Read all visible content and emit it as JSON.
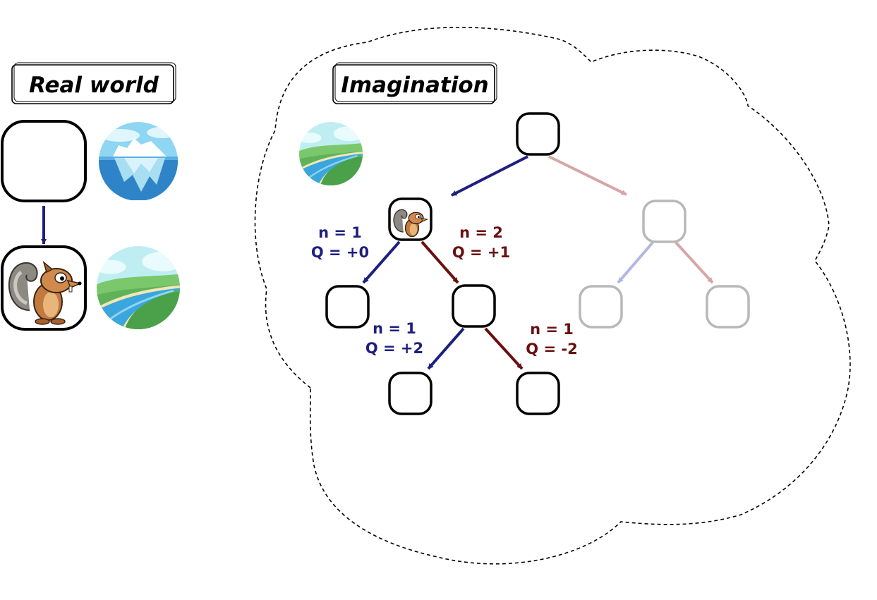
{
  "colors": {
    "blue": "#1f1f7f",
    "red": "#6a0f0f",
    "faded_blue": "#b2b7e0",
    "faded_red": "#d6a6a6",
    "faded_node": "#b8b8b8",
    "node": "#000000"
  },
  "real_world": {
    "title": "Real world",
    "icons": [
      "empty-state-node",
      "iceberg-scene-icon",
      "squirrel-state-node",
      "river-valley-scene-icon"
    ]
  },
  "imagination": {
    "title": "Imagination",
    "scene_icon": "river-valley-scene-icon",
    "edge_stats": {
      "left_branch_left": {
        "n": "n = 1",
        "q": "Q = +0"
      },
      "left_branch_right": {
        "n": "n = 2",
        "q": "Q = +1"
      },
      "deep_left": {
        "n": "n = 1",
        "q": "Q = +2"
      },
      "deep_right": {
        "n": "n = 1",
        "q": "Q = -2"
      }
    }
  }
}
